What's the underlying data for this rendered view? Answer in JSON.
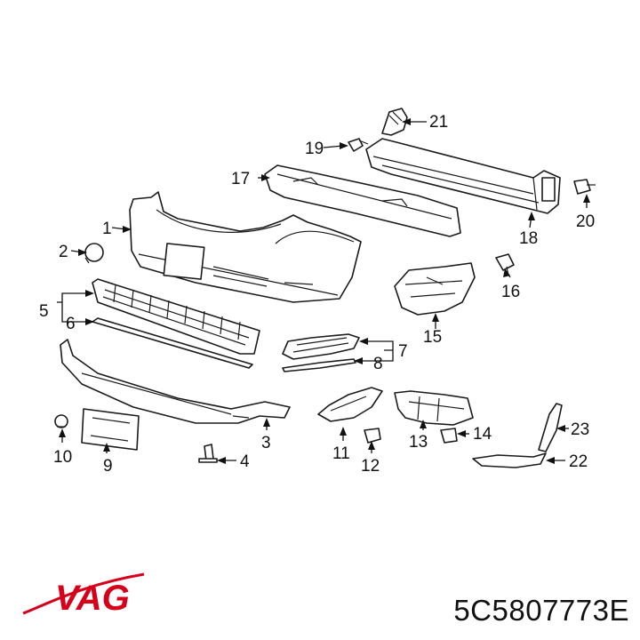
{
  "callouts": [
    {
      "id": "1",
      "label": "1"
    },
    {
      "id": "2",
      "label": "2"
    },
    {
      "id": "3",
      "label": "3"
    },
    {
      "id": "4",
      "label": "4"
    },
    {
      "id": "5",
      "label": "5"
    },
    {
      "id": "6",
      "label": "6"
    },
    {
      "id": "7",
      "label": "7"
    },
    {
      "id": "8",
      "label": "8"
    },
    {
      "id": "9",
      "label": "9"
    },
    {
      "id": "10",
      "label": "10"
    },
    {
      "id": "11",
      "label": "11"
    },
    {
      "id": "12",
      "label": "12"
    },
    {
      "id": "13",
      "label": "13"
    },
    {
      "id": "14",
      "label": "14"
    },
    {
      "id": "15",
      "label": "15"
    },
    {
      "id": "16",
      "label": "16"
    },
    {
      "id": "17",
      "label": "17"
    },
    {
      "id": "18",
      "label": "18"
    },
    {
      "id": "19",
      "label": "19"
    },
    {
      "id": "20",
      "label": "20"
    },
    {
      "id": "21",
      "label": "21"
    },
    {
      "id": "22",
      "label": "22"
    },
    {
      "id": "23",
      "label": "23"
    }
  ],
  "brand": {
    "text": "VAG",
    "color": "#d7001a"
  },
  "part_number": "5C5807773E"
}
